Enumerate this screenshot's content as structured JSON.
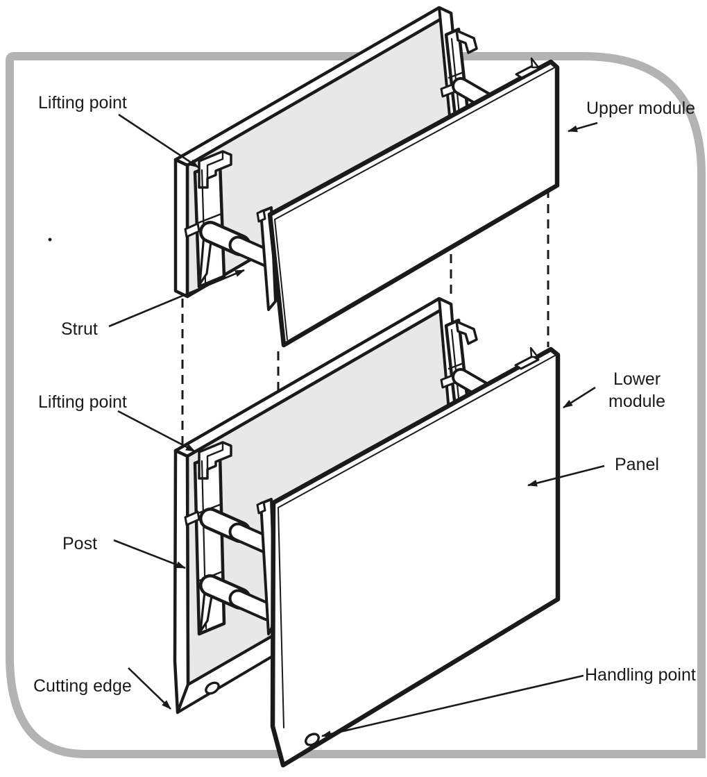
{
  "labels": {
    "lifting_point_upper": "Lifting point",
    "upper_module": "Upper module",
    "strut": "Strut",
    "lifting_point_lower": "Lifting point",
    "lower_module_line1": "Lower",
    "lower_module_line2": "module",
    "panel": "Panel",
    "post": "Post",
    "cutting_edge": "Cutting edge",
    "handling_point": "Handling point"
  },
  "colors": {
    "ink": "#1a1a1a",
    "panel": "#e8e8e8",
    "frame": "#b3b3b3",
    "paper": "#ffffff"
  }
}
